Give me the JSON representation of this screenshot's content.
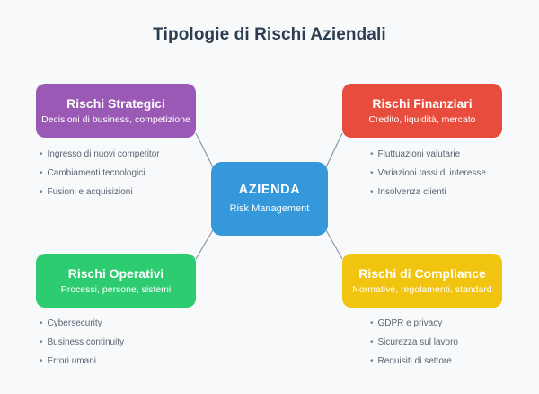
{
  "title": "Tipologie di Rischi Aziendali",
  "colors": {
    "background": "#f7f9fb",
    "title_text": "#2c3e50",
    "bullet_text": "#5a6472",
    "connector": "#8b95a1",
    "hub": "#3498db",
    "strategici": "#9b59b6",
    "finanziari": "#e74c3c",
    "operativi": "#2ecc71",
    "compliance": "#f1c40f"
  },
  "hub": {
    "title": "AZIENDA",
    "subtitle": "Risk Management"
  },
  "branches": {
    "strategici": {
      "title": "Rischi Strategici",
      "subtitle": "Decisioni di business, competizione",
      "bullets": [
        "Ingresso di nuovi competitor",
        "Cambiamenti tecnologici",
        "Fusioni e acquisizioni"
      ]
    },
    "finanziari": {
      "title": "Rischi Finanziari",
      "subtitle": "Credito, liquidità, mercato",
      "bullets": [
        "Fluttuazioni valutarie",
        "Variazioni tassi di interesse",
        "Insolvenza clienti"
      ]
    },
    "operativi": {
      "title": "Rischi Operativi",
      "subtitle": "Processi, persone, sistemi",
      "bullets": [
        "Cybersecurity",
        "Business continuity",
        "Errori umani"
      ]
    },
    "compliance": {
      "title": "Rischi di Compliance",
      "subtitle": "Normative, regolamenti, standard",
      "bullets": [
        "GDPR e privacy",
        "Sicurezza sul lavoro",
        "Requisiti di settore"
      ]
    }
  }
}
